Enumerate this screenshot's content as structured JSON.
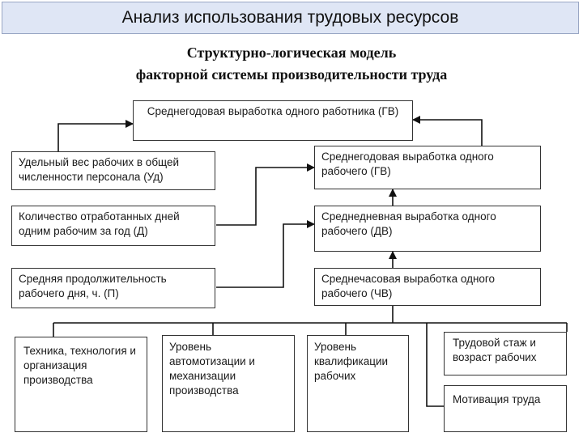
{
  "header": {
    "title": "Анализ использования трудовых ресурсов"
  },
  "diagram": {
    "title_line1": "Структурно-логическая модель",
    "title_line2": "факторной системы производительности труда",
    "boxes": {
      "gv_worker": "Среднегодовая выработка одного работника (ГВ)",
      "ud": "Удельный вес рабочих в общей численности персонала (Уд)",
      "gv_rab": "Среднегодовая выработка одного рабочего (ГВ)",
      "d": "Количество отработанных дней одним рабочим за год (Д)",
      "dv": "Среднедневная выработка одного рабочего (ДВ)",
      "p": "Средняя продолжительность рабочего дня, ч. (П)",
      "chv": "Среднечасовая выработка одного рабочего (ЧВ)",
      "tech": "Техника, технология и организация производства",
      "auto": "Уровень автомотизации и механизации производства",
      "qual": "Уровень квалификации рабочих",
      "stazh": "Трудовой стаж и возраст рабочих",
      "motiv": "Мотивация труда"
    }
  }
}
